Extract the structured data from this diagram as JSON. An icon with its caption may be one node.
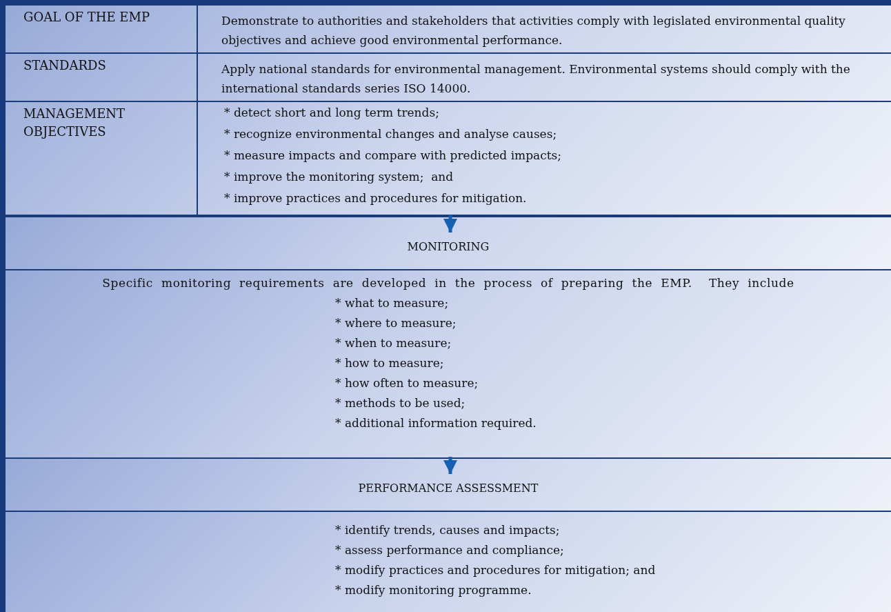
{
  "diagram": {
    "nodes": [
      {
        "text": [],
        "shape": "box"
      },
      {
        "text": [
          "GOAL OF THE EMP"
        ],
        "in": 0
      },
      {
        "text": [
          "Demonstrate to authorities and stakeholders that activities comply with legislated environmental quality objectives and achieve good environmental performance."
        ],
        "in": 0
      },
      {
        "text": [
          "STANDARDS"
        ],
        "in": 0
      },
      {
        "text": [
          "Apply national standards for environmental management.  Environmental systems should comply with the international standards series ISO 14000."
        ],
        "in": 0
      },
      {
        "text": [
          "MANAGEMENT OBJECTIVES"
        ],
        "in": 0
      },
      {
        "text": [
          "* detect short and long term trends;",
          "* recognize environmental changes and analyse causes;",
          "* measure impacts and compare with predicted impacts;",
          "* improve the monitoring system;  and",
          "* improve practices and procedures for mitigation."
        ],
        "in": 0
      },
      {
        "text": [
          "MONITORING"
        ]
      },
      {
        "text": [
          "Specific monitoring requirements are developed in the process of preparing the EMP.  They include",
          "* what to measure;",
          "* where to measure;",
          "* when to measure;",
          "* how to measure;",
          "* how often to measure;",
          "* methods to be used;",
          "* additional information required."
        ]
      },
      {
        "text": [
          "PERFORMANCE ASSESSMENT"
        ]
      },
      {
        "text": [
          "* identify trends, causes and impacts;",
          "* assess performance and compliance;",
          "* modify practices and procedures for mitigation; and",
          "* modify monitoring programme."
        ]
      }
    ],
    "edges": [
      {
        "from": 0,
        "to": 7,
        "arrow": "to"
      },
      {
        "from": 8,
        "to": 9,
        "arrow": "to"
      }
    ]
  }
}
